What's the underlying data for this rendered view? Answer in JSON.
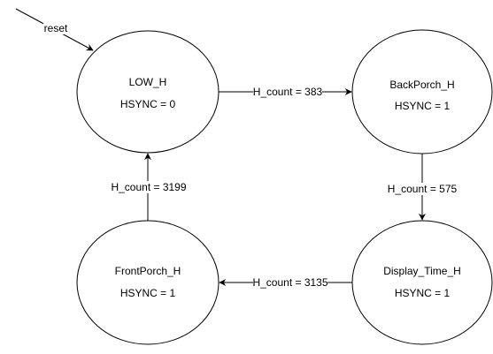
{
  "diagram": {
    "type": "state-machine",
    "colors": {
      "stroke": "#000000",
      "fill": "#ffffff",
      "text": "#000000"
    },
    "reset_label": "reset",
    "states": [
      {
        "id": "low_h",
        "name": "LOW_H",
        "output": "HSYNC = 0"
      },
      {
        "id": "backporch_h",
        "name": "BackPorch_H",
        "output": "HSYNC = 1"
      },
      {
        "id": "display_time_h",
        "name": "Display_Time_H",
        "output": "HSYNC = 1"
      },
      {
        "id": "frontporch_h",
        "name": "FrontPorch_H",
        "output": "HSYNC = 1"
      }
    ],
    "transitions": [
      {
        "from": "low_h",
        "to": "backporch_h",
        "label": "H_count = 383"
      },
      {
        "from": "backporch_h",
        "to": "display_time_h",
        "label": "H_count = 575"
      },
      {
        "from": "display_time_h",
        "to": "frontporch_h",
        "label": "H_count = 3135"
      },
      {
        "from": "frontporch_h",
        "to": "low_h",
        "label": "H_count = 3199"
      }
    ]
  }
}
